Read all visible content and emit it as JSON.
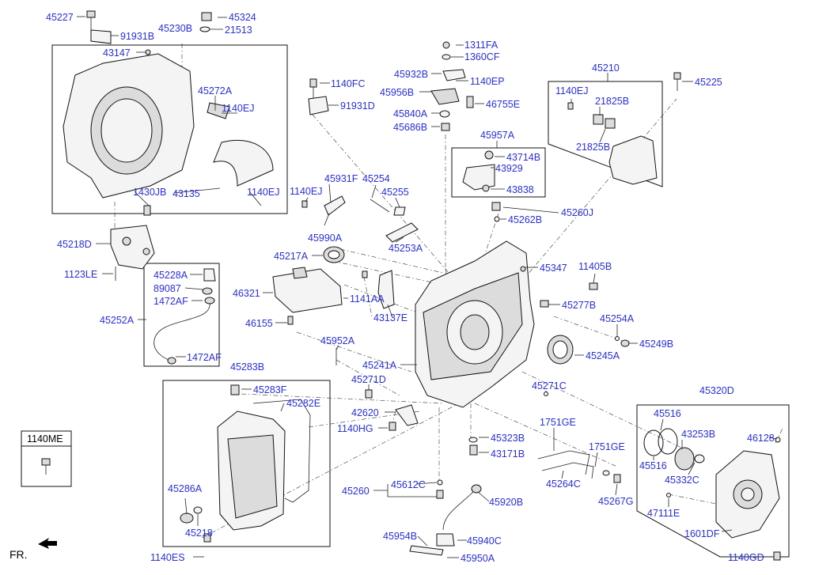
{
  "parts": {
    "p45227": "45227",
    "p45324": "45324",
    "p91931B": "91931B",
    "p45230B": "45230B",
    "p21513": "21513",
    "p43147": "43147",
    "p45272A": "45272A",
    "p1140EJ_a": "1140EJ",
    "p1430JB": "1430JB",
    "p43135": "43135",
    "p1140EJ_b": "1140EJ",
    "p45218D": "45218D",
    "p1123LE": "1123LE",
    "p45228A": "45228A",
    "p89087": "89087",
    "p1472AF_a": "1472AF",
    "p45252A": "45252A",
    "p1472AF_b": "1472AF",
    "p1311FA": "1311FA",
    "p1360CF": "1360CF",
    "p45932B": "45932B",
    "p1140EP": "1140EP",
    "p45956B": "45956B",
    "p46755E": "46755E",
    "p45840A": "45840A",
    "p45686B": "45686B",
    "p1140FC": "1140FC",
    "p91931D": "91931D",
    "p45210": "45210",
    "p45225": "45225",
    "p1140EJ_c": "1140EJ",
    "p21825B_a": "21825B",
    "p21825B_b": "21825B",
    "p45957A": "45957A",
    "p43714B": "43714B",
    "p43929": "43929",
    "p43838": "43838",
    "p45931F": "45931F",
    "p45254": "45254",
    "p1140EJ_d": "1140EJ",
    "p45255": "45255",
    "p45260J": "45260J",
    "p45262B": "45262B",
    "p45990A": "45990A",
    "p45253A": "45253A",
    "p45217A": "45217A",
    "p45347": "45347",
    "p11405B": "11405B",
    "p46321": "46321",
    "p1141AA": "1141AA",
    "p45277B": "45277B",
    "p46155": "46155",
    "p43137E": "43137E",
    "p45254A": "45254A",
    "p45249B": "45249B",
    "p45952A": "45952A",
    "p45245A": "45245A",
    "p45241A": "45241A",
    "p45283B": "45283B",
    "p45271D": "45271D",
    "p45271C": "45271C",
    "p45283F": "45283F",
    "p45320D": "45320D",
    "p45282E": "45282E",
    "p42620": "42620",
    "p45516_a": "45516",
    "p1140HG": "1140HG",
    "p1751GE_a": "1751GE",
    "p43253B": "43253B",
    "p46128": "46128",
    "p45323B": "45323B",
    "p43171B": "43171B",
    "p1751GE_b": "1751GE",
    "p45516_b": "45516",
    "p45332C": "45332C",
    "p45286A": "45286A",
    "p45612C": "45612C",
    "p45264C": "45264C",
    "p45260": "45260",
    "p45267G": "45267G",
    "p45920B": "45920B",
    "p47111E": "47111E",
    "p45218": "45218",
    "p1601DF": "1601DF",
    "p45954B": "45954B",
    "p45940C": "45940C",
    "p45950A": "45950A",
    "p1140ES": "1140ES",
    "p1140GD": "1140GD"
  },
  "legend": {
    "code": "1140ME"
  },
  "front_label": "FR."
}
